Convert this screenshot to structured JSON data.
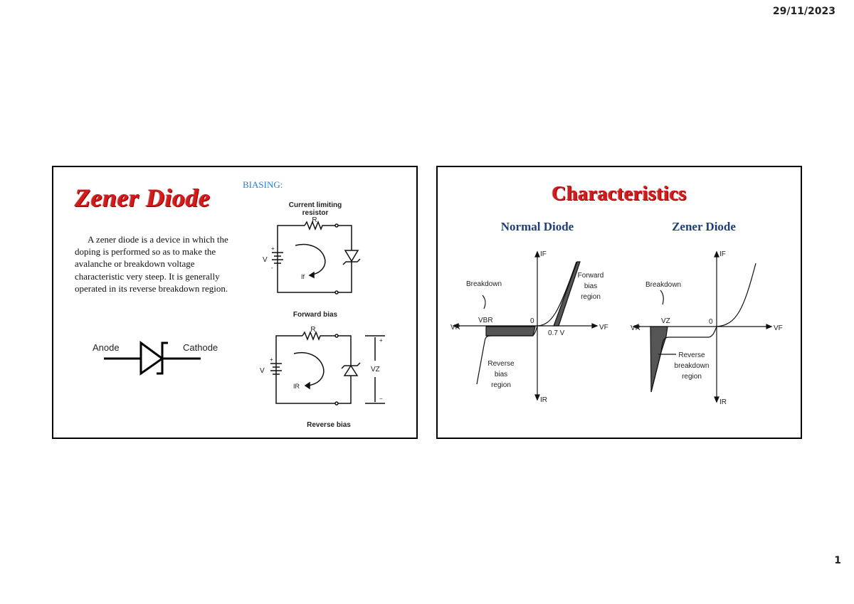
{
  "header": {
    "date": "29/11/2023"
  },
  "footer": {
    "page_number": "1"
  },
  "slide1": {
    "title": "Zener Diode",
    "biasing_label": "BIASING:",
    "description": "A zener diode is a device in which the doping is performed so as to make the avalanche or breakdown voltage characteristic very steep. It is generally operated in its reverse breakdown region.",
    "symbol": {
      "anode": "Anode",
      "cathode": "Cathode"
    },
    "forward_circuit": {
      "resistor_label_1": "Current limiting",
      "resistor_label_2": "resistor",
      "resistor": "R",
      "source": "V",
      "current": "If",
      "plus": "+",
      "minus": "-",
      "caption": "Forward bias"
    },
    "reverse_circuit": {
      "resistor": "R",
      "source": "V",
      "current": "IR",
      "voltage": "VZ",
      "plus": "+",
      "minus": "−",
      "caption": "Reverse bias"
    },
    "title_color": "#d01c1c",
    "biasing_color": "#2a7fcf"
  },
  "slide2": {
    "title": "Characteristics",
    "normal": {
      "heading": "Normal Diode",
      "if": "IF",
      "ir": "IR",
      "vr": "VR",
      "vf": "VF",
      "vbr": "VBR",
      "zero": "0",
      "knee": "0.7 V",
      "breakdown": "Breakdown",
      "forward_region": [
        "Forward",
        "bias",
        "region"
      ],
      "reverse_region": [
        "Reverse",
        "bias",
        "region"
      ]
    },
    "zener": {
      "heading": "Zener Diode",
      "if": "IF",
      "ir": "IR",
      "vr": "VR",
      "vf": "VF",
      "vz": "VZ",
      "zero": "0",
      "breakdown": "Breakdown",
      "reverse_region": [
        "Reverse",
        "breakdown",
        "region"
      ]
    },
    "heading_color": "#1f3f7a"
  }
}
